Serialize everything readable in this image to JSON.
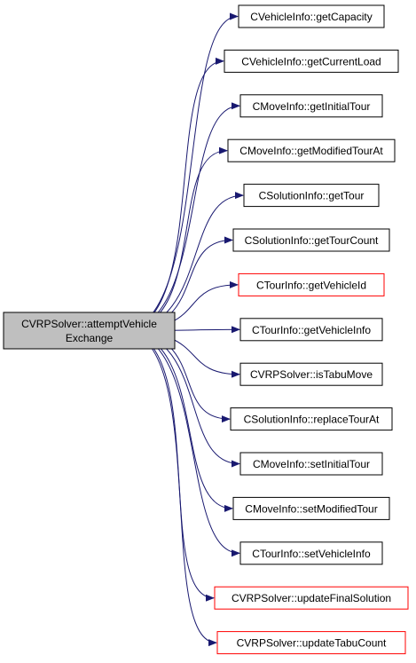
{
  "graph": {
    "source": {
      "label_line1": "CVRPSolver::attemptVehicle",
      "label_line2": "Exchange",
      "fill": "#bfbfbf",
      "border": "#000000"
    },
    "edge_color": "#191970",
    "targets": [
      {
        "label": "CVehicleInfo::getCapacity",
        "border": "#000000"
      },
      {
        "label": "CVehicleInfo::getCurrentLoad",
        "border": "#000000"
      },
      {
        "label": "CMoveInfo::getInitialTour",
        "border": "#000000"
      },
      {
        "label": "CMoveInfo::getModifiedTourAt",
        "border": "#000000"
      },
      {
        "label": "CSolutionInfo::getTour",
        "border": "#000000"
      },
      {
        "label": "CSolutionInfo::getTourCount",
        "border": "#000000"
      },
      {
        "label": "CTourInfo::getVehicleId",
        "border": "#ff0000"
      },
      {
        "label": "CTourInfo::getVehicleInfo",
        "border": "#000000"
      },
      {
        "label": "CVRPSolver::isTabuMove",
        "border": "#000000"
      },
      {
        "label": "CSolutionInfo::replaceTourAt",
        "border": "#000000"
      },
      {
        "label": "CMoveInfo::setInitialTour",
        "border": "#000000"
      },
      {
        "label": "CMoveInfo::setModifiedTour",
        "border": "#000000"
      },
      {
        "label": "CTourInfo::setVehicleInfo",
        "border": "#000000"
      },
      {
        "label": "CVRPSolver::updateFinalSolution",
        "border": "#ff0000"
      },
      {
        "label": "CVRPSolver::updateTabuCount",
        "border": "#ff0000"
      }
    ]
  }
}
